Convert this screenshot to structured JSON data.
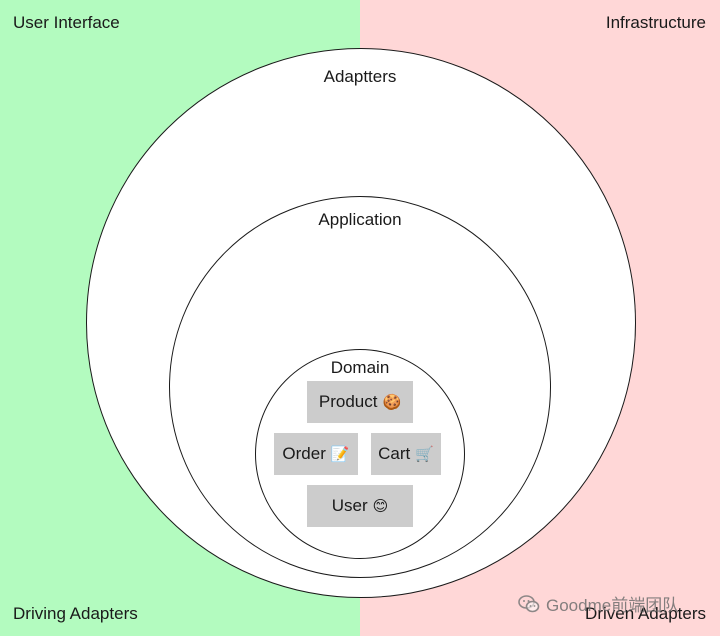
{
  "quadrants": {
    "top_left": "User Interface",
    "top_right": "Infrastructure",
    "bottom_left": "Driving Adapters",
    "bottom_right": "Driven Adapters"
  },
  "rings": {
    "outer": "Adaptters",
    "middle": "Application",
    "inner": "Domain"
  },
  "domain_items": {
    "product": {
      "label": "Product",
      "emoji": "🍪"
    },
    "order": {
      "label": "Order",
      "emoji": "📝"
    },
    "cart": {
      "label": "Cart",
      "emoji": "🛒"
    },
    "user": {
      "label": "User",
      "emoji": "😊"
    }
  },
  "watermark": {
    "text": "Goodme前端团队"
  },
  "colors": {
    "left_background": "#b3fbbf",
    "right_background": "#ffd7d7",
    "box_fill": "#cccccc"
  }
}
